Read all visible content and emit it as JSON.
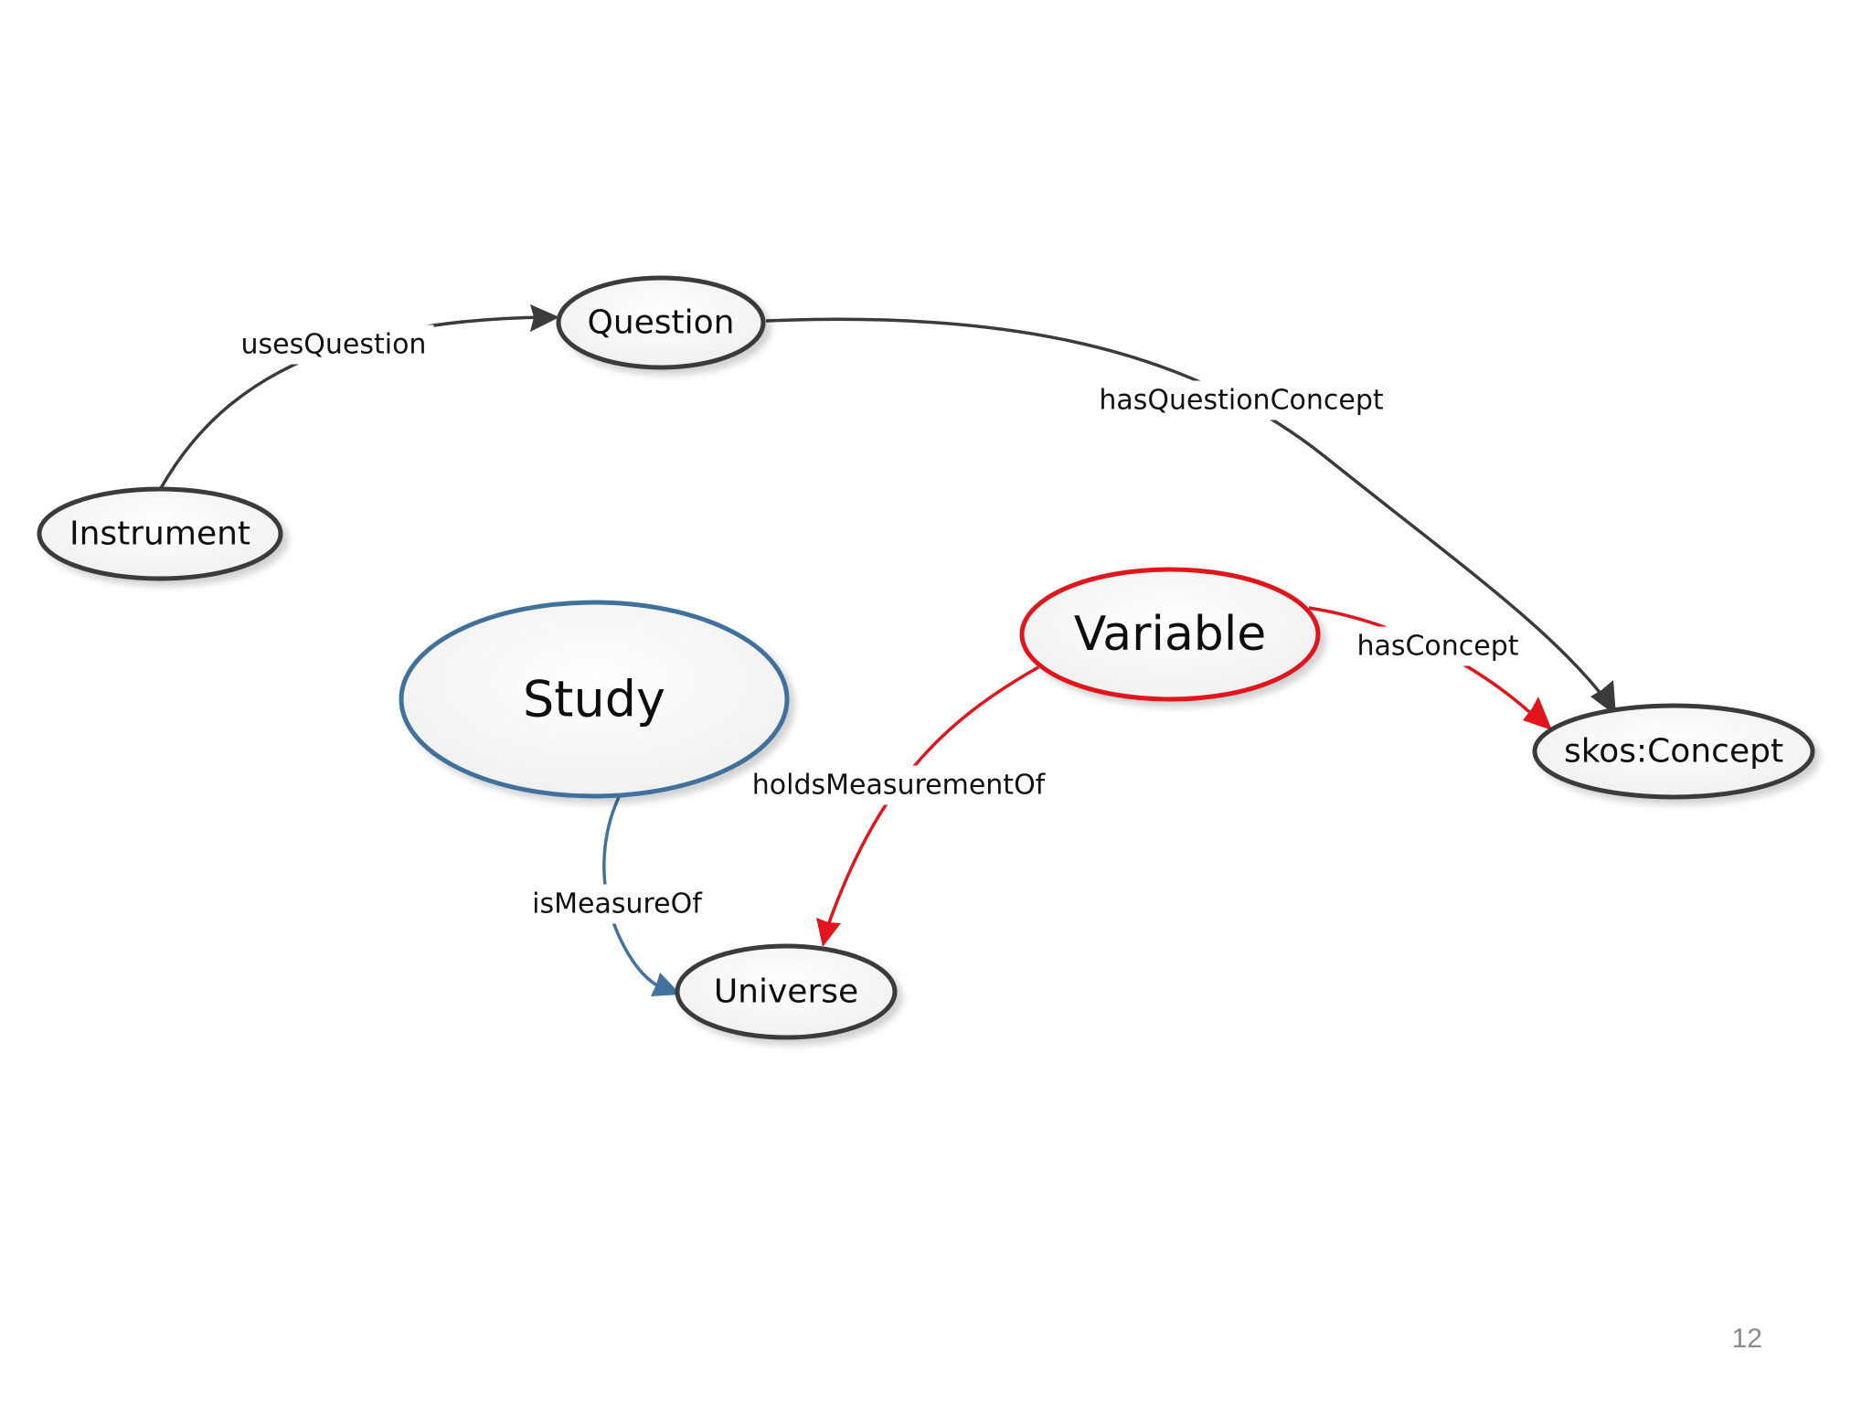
{
  "nodes": {
    "question": {
      "label": "Question",
      "color": "#3b3b3b"
    },
    "instrument": {
      "label": "Instrument",
      "color": "#3b3b3b"
    },
    "study": {
      "label": "Study",
      "color": "#41719c"
    },
    "variable": {
      "label": "Variable",
      "color": "#e0161c"
    },
    "skos_concept": {
      "label": "skos:Concept",
      "color": "#3b3b3b"
    },
    "universe": {
      "label": "Universe",
      "color": "#3b3b3b"
    }
  },
  "edges": {
    "uses_question": {
      "label": "usesQuestion",
      "from": "Instrument",
      "to": "Question",
      "color": "#3b3b3b"
    },
    "has_question_concept": {
      "label": "hasQuestionConcept",
      "from": "Question",
      "to": "skos:Concept",
      "color": "#3b3b3b"
    },
    "has_concept": {
      "label": "hasConcept",
      "from": "Variable",
      "to": "skos:Concept",
      "color": "#e0161c"
    },
    "holds_measurement_of": {
      "label": "holdsMeasurementOf",
      "from": "Variable",
      "to": "Universe",
      "color": "#e0161c"
    },
    "is_measure_of": {
      "label": "isMeasureOf",
      "from": "Study",
      "to": "Universe",
      "color": "#41719c"
    }
  },
  "page_number": "12"
}
